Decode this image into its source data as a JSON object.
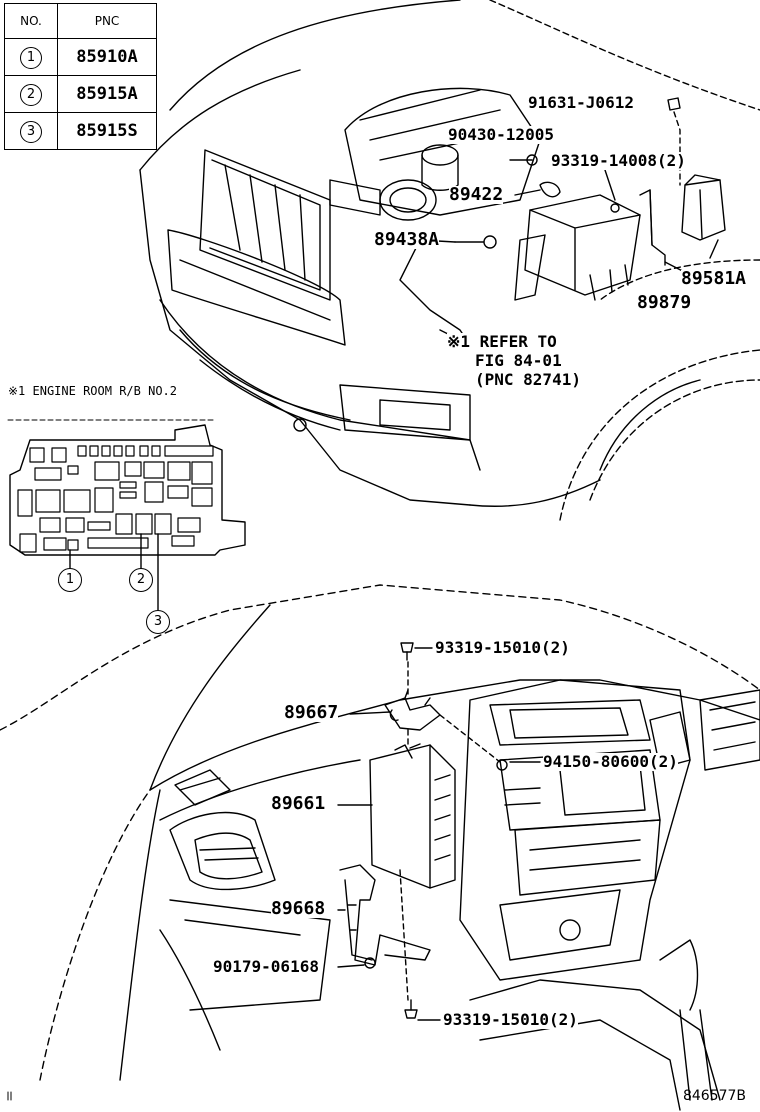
{
  "legend_table": {
    "header_no": "NO.",
    "header_pnc": "PNC",
    "rows": [
      {
        "no": "1",
        "pnc": "85910A"
      },
      {
        "no": "2",
        "pnc": "85915A"
      },
      {
        "no": "3",
        "pnc": "85915S"
      }
    ]
  },
  "engine_room_note": "※1 ENGINE ROOM R/B NO.2",
  "callout_numbers": [
    "1",
    "2",
    "3"
  ],
  "top_labels": {
    "bolt_91631": "91631-J0612",
    "nut_90430": "90430-12005",
    "screw_93319_14008": "93319-14008(2)",
    "part_89422": "89422",
    "part_89438a": "89438A",
    "part_89581a": "89581A",
    "part_89879": "89879",
    "refer_line1": "※1 REFER TO",
    "refer_line2": "FIG 84-01",
    "refer_line3": "(PNC 82741)"
  },
  "bottom_labels": {
    "screw_top": "93319-15010(2)",
    "part_89667": "89667",
    "nut_94150": "94150-80600(2)",
    "part_89661": "89661",
    "part_89668": "89668",
    "clip_90179": "90179-06168",
    "screw_bottom": "93319-15010(2)"
  },
  "figure_code": "846577B"
}
